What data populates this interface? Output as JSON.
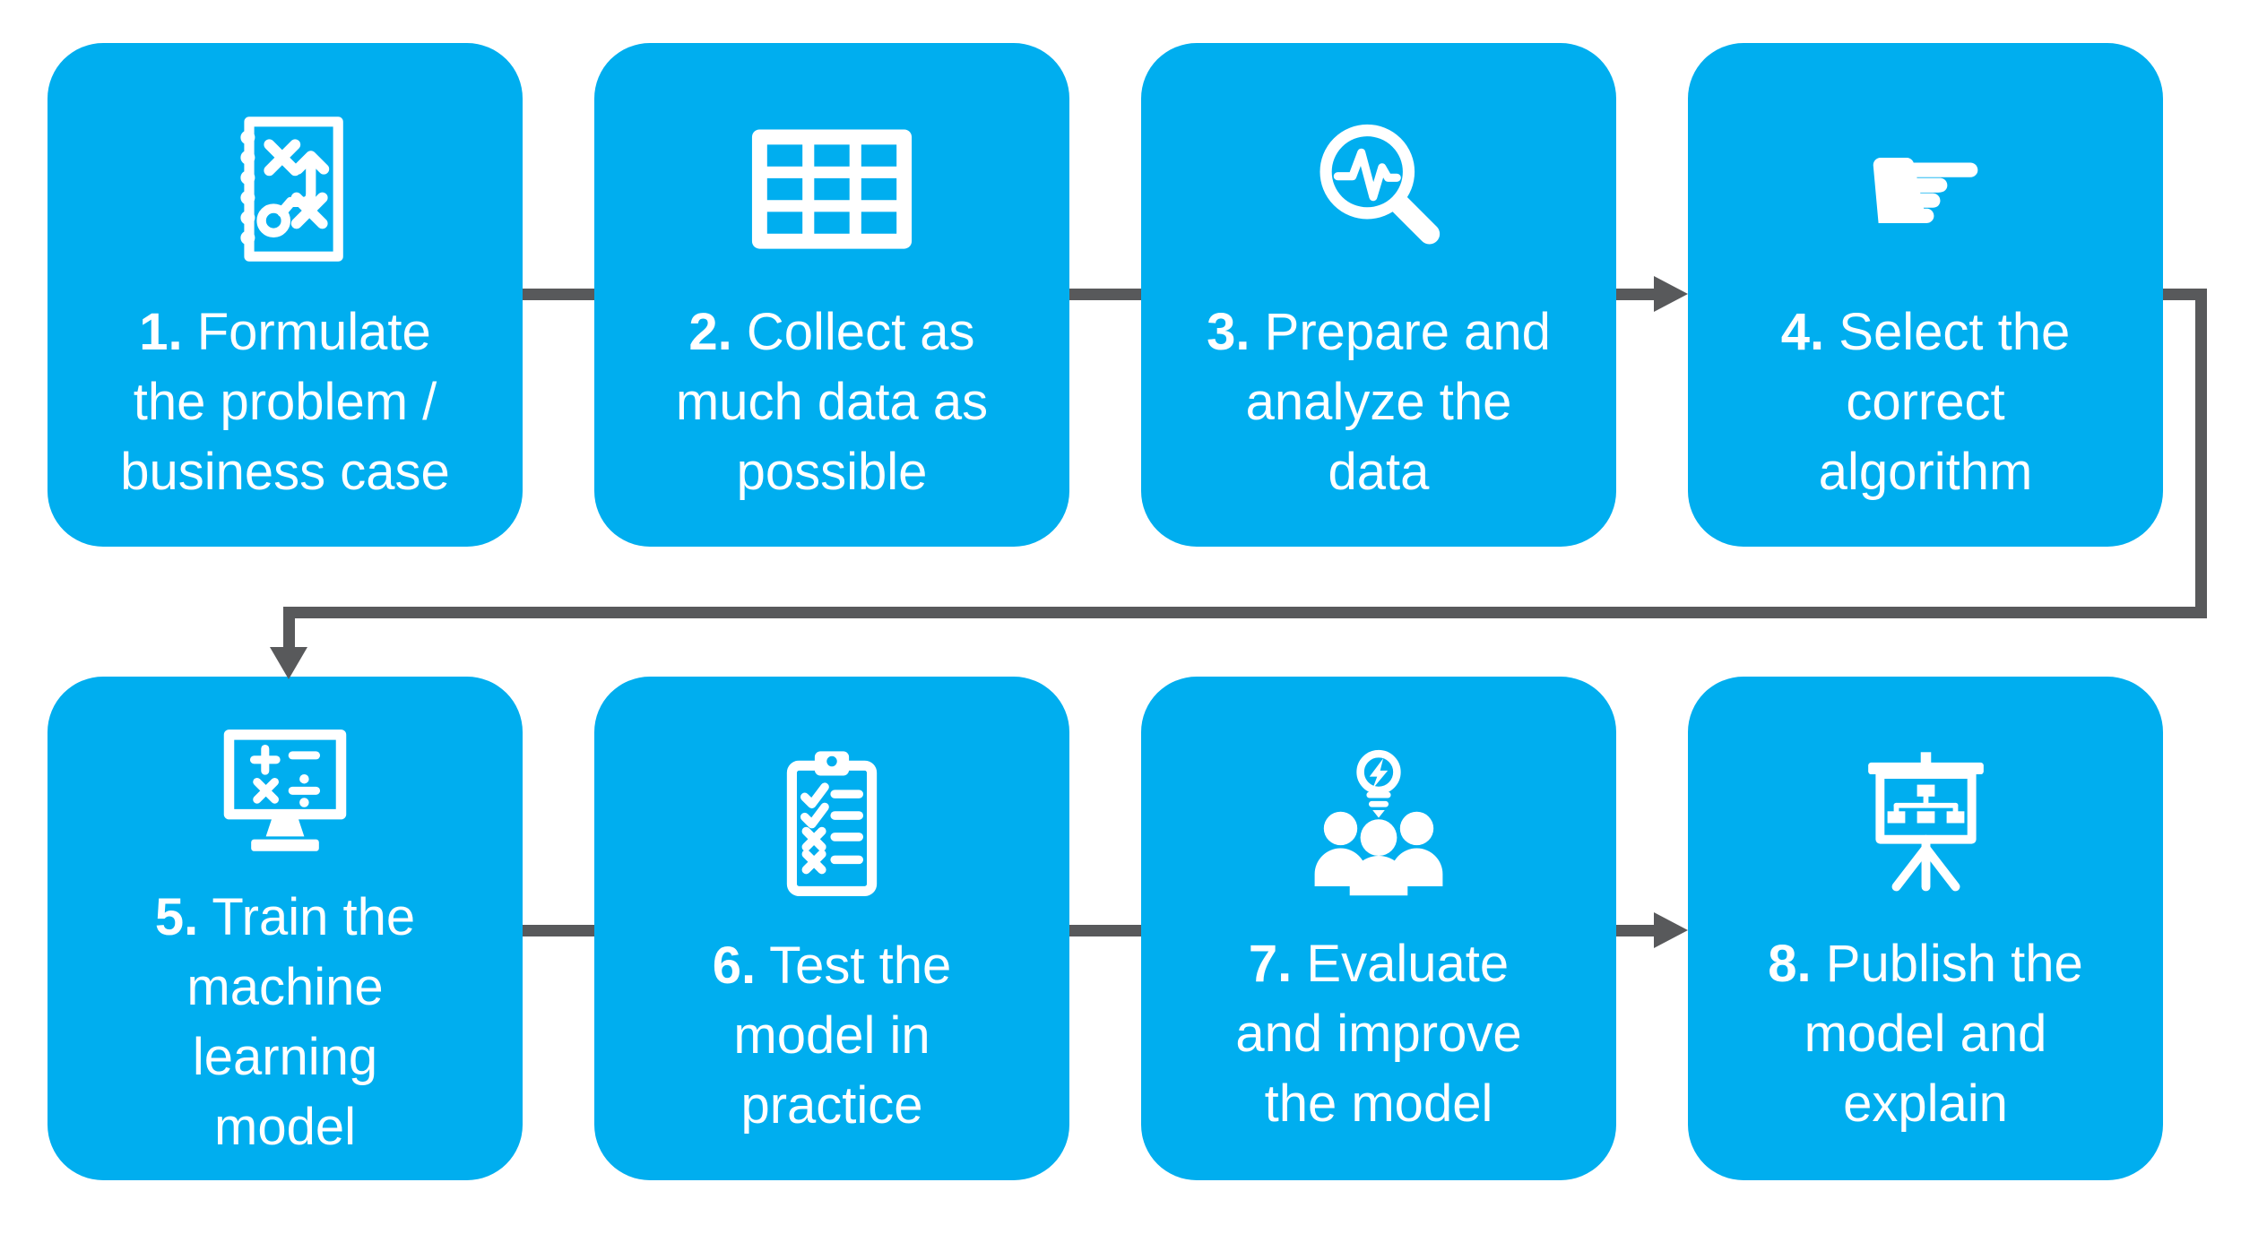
{
  "diagram_type": "flowchart",
  "colors": {
    "card_blue": "#00AEEF",
    "connector_gray": "#58595B",
    "text_white": "#FFFFFF"
  },
  "steps": [
    {
      "num": "1.",
      "lines": [
        "Formulate",
        "the problem /",
        "business case"
      ],
      "icon": "strategy-notebook-icon"
    },
    {
      "num": "2.",
      "lines": [
        "Collect as",
        "much data as",
        "possible"
      ],
      "icon": "data-table-icon"
    },
    {
      "num": "3.",
      "lines": [
        "Prepare and",
        "analyze the",
        "data"
      ],
      "icon": "magnifier-pulse-icon"
    },
    {
      "num": "4.",
      "lines": [
        "Select the",
        "correct",
        "algorithm"
      ],
      "icon": "pointing-hand-icon"
    },
    {
      "num": "5.",
      "lines": [
        "Train the",
        "machine",
        "learning",
        "model"
      ],
      "icon": "monitor-math-icon"
    },
    {
      "num": "6.",
      "lines": [
        "Test the",
        "model in",
        "practice"
      ],
      "icon": "clipboard-checklist-icon"
    },
    {
      "num": "7.",
      "lines": [
        "Evaluate",
        "and improve",
        "the model"
      ],
      "icon": "team-idea-icon"
    },
    {
      "num": "8.",
      "lines": [
        "Publish the",
        "model and",
        "explain"
      ],
      "icon": "presentation-board-icon"
    }
  ],
  "connectors": [
    {
      "from": 1,
      "to": 2,
      "arrowhead": false,
      "path": "straight"
    },
    {
      "from": 2,
      "to": 3,
      "arrowhead": false,
      "path": "straight"
    },
    {
      "from": 3,
      "to": 4,
      "arrowhead": true,
      "path": "straight"
    },
    {
      "from": 4,
      "to": 5,
      "arrowhead": true,
      "path": "wrap-around"
    },
    {
      "from": 5,
      "to": 6,
      "arrowhead": false,
      "path": "straight"
    },
    {
      "from": 6,
      "to": 7,
      "arrowhead": false,
      "path": "straight"
    },
    {
      "from": 7,
      "to": 8,
      "arrowhead": true,
      "path": "straight"
    }
  ]
}
